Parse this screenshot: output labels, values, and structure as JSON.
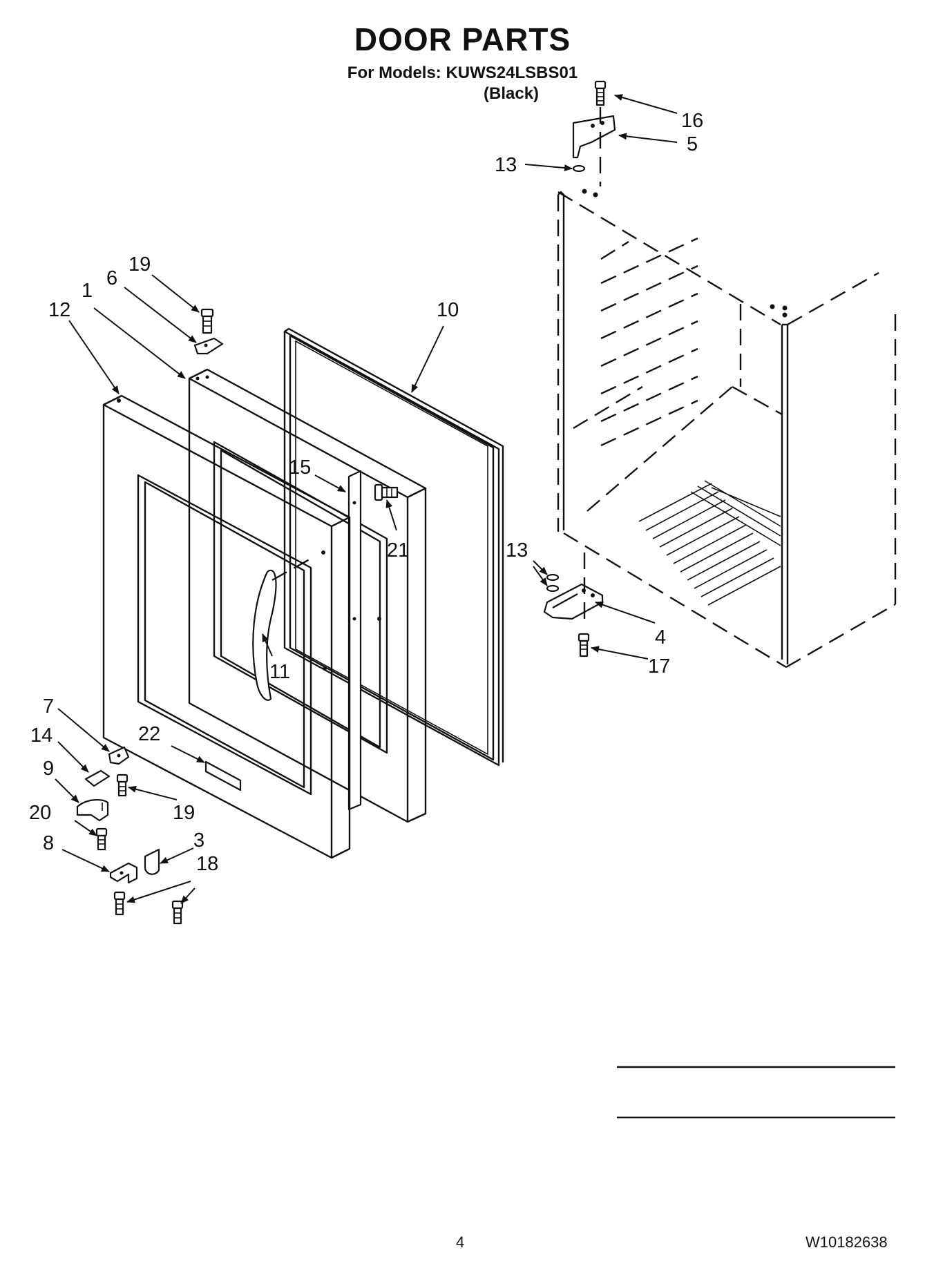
{
  "header": {
    "title": "DOOR PARTS",
    "models_line": "For Models: KUWS24LSBS01",
    "variant": "(Black)"
  },
  "footer": {
    "page_number": "4",
    "document_number": "W10182638"
  },
  "callouts": {
    "c1": "1",
    "c3": "3",
    "c4": "4",
    "c5": "5",
    "c6": "6",
    "c7": "7",
    "c8": "8",
    "c9": "9",
    "c10": "10",
    "c11": "11",
    "c12": "12",
    "c13a": "13",
    "c13b": "13",
    "c14": "14",
    "c15": "15",
    "c16": "16",
    "c17": "17",
    "c18": "18",
    "c19a": "19",
    "c19b": "19",
    "c20": "20",
    "c21": "21",
    "c22": "22"
  }
}
